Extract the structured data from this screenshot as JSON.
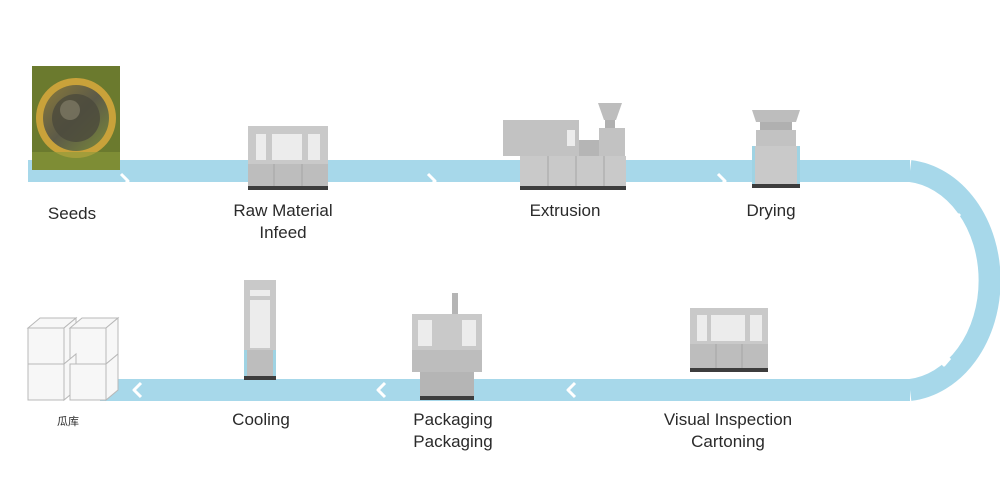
{
  "colors": {
    "conveyor": "#a7d8ea",
    "arrow": "#ffffff",
    "machine_body": "#c9c9c9",
    "machine_panel": "#b0b0b0",
    "machine_window": "#ececec",
    "machine_base": "#3d3d3d",
    "machine_accent": "#9fd3e3",
    "crate": "#f7f7f7"
  },
  "stages": {
    "seeds": {
      "label": "Seeds",
      "icon": "sunflower-seed-head-icon"
    },
    "raw_material_infeed": {
      "label_lines": [
        "Raw Material",
        "Infeed"
      ],
      "icon": "infeed-machine-icon"
    },
    "extrusion": {
      "label": "Extrusion",
      "icon": "extruder-machine-icon"
    },
    "drying": {
      "label": "Drying",
      "icon": "dryer-machine-icon"
    },
    "visual_inspection": {
      "label_lines": [
        "Visual Inspection",
        "Cartoning"
      ],
      "icon": "inspection-machine-icon"
    },
    "packaging": {
      "label_lines": [
        "Packaging",
        "Packaging"
      ],
      "icon": "packaging-machine-icon"
    },
    "cooling": {
      "label": "Cooling",
      "icon": "cooling-tower-icon"
    },
    "warehouse": {
      "label": "瓜库",
      "icon": "stacked-boxes-icon"
    }
  }
}
